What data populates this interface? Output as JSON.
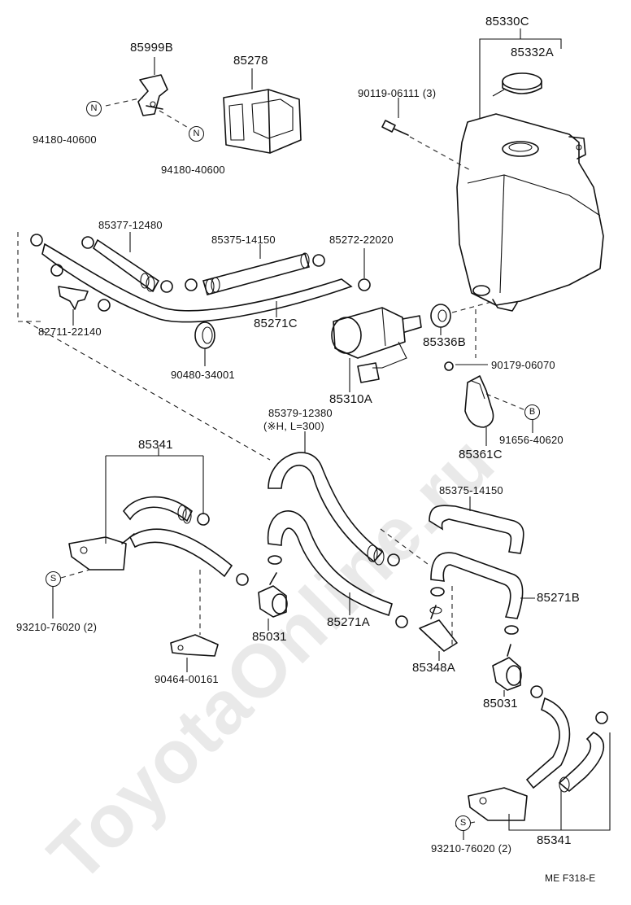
{
  "watermark": "ToyotaOnline.ru",
  "footer_code": "ME  F318-E",
  "symbols": {
    "n": "N",
    "s": "S",
    "b": "B"
  },
  "labels": {
    "p85330C": "85330C",
    "p85332A": "85332A",
    "p90119": "90119-06111 (3)",
    "p85999B": "85999B",
    "p85278": "85278",
    "p94180a": "94180-40600",
    "p94180b": "94180-40600",
    "p85377": "85377-12480",
    "p85375a": "85375-14150",
    "p85272": "85272-22020",
    "p85271C": "85271C",
    "p82711": "82711-22140",
    "p90480": "90480-34001",
    "p85310A": "85310A",
    "p85336B": "85336B",
    "p90179": "90179-06070",
    "p91656": "91656-40620",
    "p85361C": "85361C",
    "p85379": "85379-12380",
    "p85379note": "(※H, L=300)",
    "p85341a": "85341",
    "p85375b": "85375-14150",
    "p85271B": "85271B",
    "p93210a": "93210-76020 (2)",
    "p85031a": "85031",
    "p85271A": "85271A",
    "p85348A": "85348A",
    "p90464": "90464-00161",
    "p85031b": "85031",
    "p85341b": "85341",
    "p93210b": "93210-76020 (2)"
  }
}
